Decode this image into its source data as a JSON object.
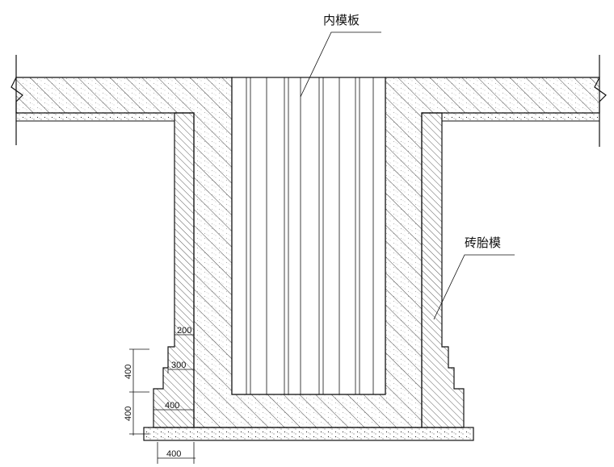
{
  "labels": {
    "inner_formwork": "内模板",
    "brick_formwork": "砖胎模"
  },
  "dimensions": {
    "step_200": "200",
    "step_300": "300",
    "step_400": "400",
    "height_upper": "400",
    "height_lower": "400",
    "base_width": "400"
  },
  "colors": {
    "line": "#111111",
    "hatch": "#333333",
    "background": "#ffffff"
  }
}
